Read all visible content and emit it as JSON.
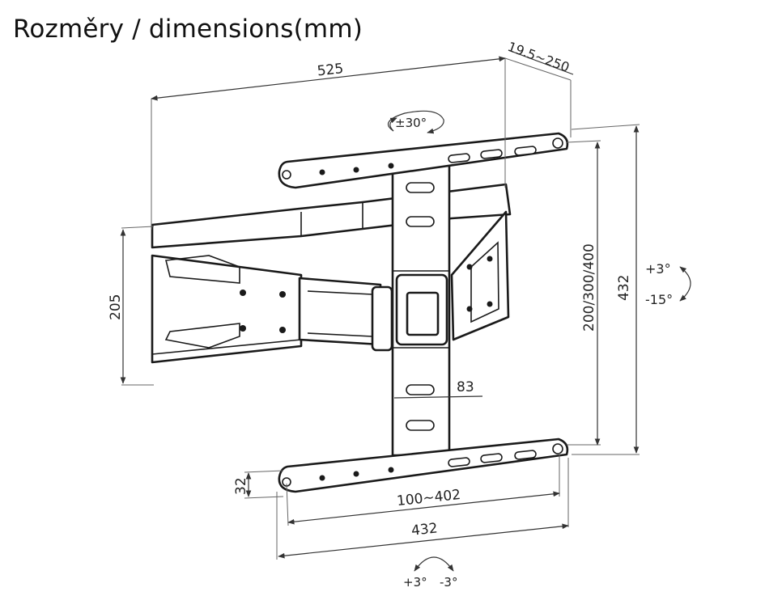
{
  "title": "Rozměry / dimensions(mm)",
  "dimensions": {
    "width_total": "525",
    "depth_range": "19.5~250",
    "arm_plate_height": "205",
    "vesa_vertical": "200/300/400",
    "rail_height": "432",
    "upright_width": "83",
    "rail_thickness": "32",
    "vesa_horizontal": "100~402",
    "rail_width": "432"
  },
  "angles": {
    "swivel": "±30°",
    "tilt_up": "+3°",
    "tilt_down": "-15°",
    "level_plus": "+3°",
    "level_minus": "-3°"
  }
}
